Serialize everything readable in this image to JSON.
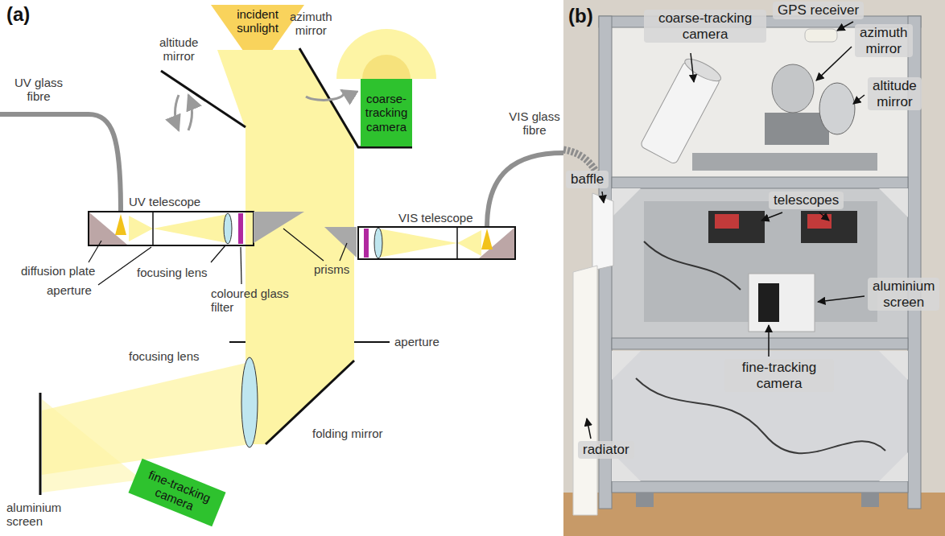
{
  "diagram": {
    "nodes": [
      {
        "text": [
          "incident sunlight"
        ]
      },
      {
        "text": [
          "coarse-tracking camera"
        ]
      },
      {
        "text": [
          "fine-tracking camera"
        ]
      },
      {
        "text": [
          "coarse-tracking camera"
        ]
      },
      {
        "text": [
          "GPS receiver"
        ]
      },
      {
        "text": [
          "azimuth mirror"
        ]
      },
      {
        "text": [
          "altitude mirror"
        ]
      },
      {
        "text": [
          "baffle"
        ]
      },
      {
        "text": [
          "telescopes"
        ]
      },
      {
        "text": [
          "aluminium screen"
        ]
      },
      {
        "text": [
          "fine-tracking camera"
        ]
      },
      {
        "text": [
          "radiator"
        ]
      }
    ],
    "labels": [
      "(a)",
      "UV glass fibre",
      "altitude mirror",
      "azimuth mirror",
      "UV telescope",
      "VIS glass fibre",
      "VIS telescope",
      "prisms",
      "diffusion plate",
      "aperture",
      "focusing lens",
      "coloured glass filter",
      "aperture",
      "focusing lens",
      "folding mirror",
      "aluminium screen",
      "(b)"
    ]
  }
}
